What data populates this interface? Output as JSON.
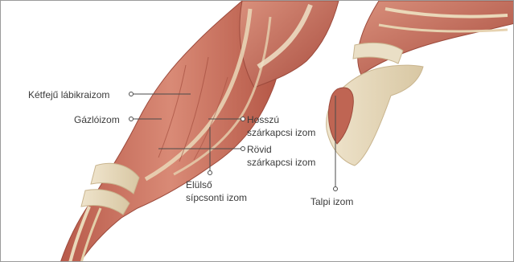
{
  "labels": {
    "biceps_femoris": "Kétfejű lábikraizom",
    "gastrocnemius": "Gázlóizom",
    "peroneus_longus_line1": "Hosszú",
    "peroneus_longus_line2": "szárkapcsi izom",
    "peroneus_brevis_line1": "Rövid",
    "peroneus_brevis_line2": "szárkapcsi izom",
    "tibialis_anterior_line1": "Elülső",
    "tibialis_anterior_line2": "sípcsonti izom",
    "sole_muscle": "Talpi izom"
  },
  "colors": {
    "muscle": "#c9715f",
    "muscle_dark": "#a94d3f",
    "muscle_light": "#e2a291",
    "tendon": "#e9dcc1",
    "leader_line": "#4a4a4a",
    "frame": "#9a9a9a"
  }
}
